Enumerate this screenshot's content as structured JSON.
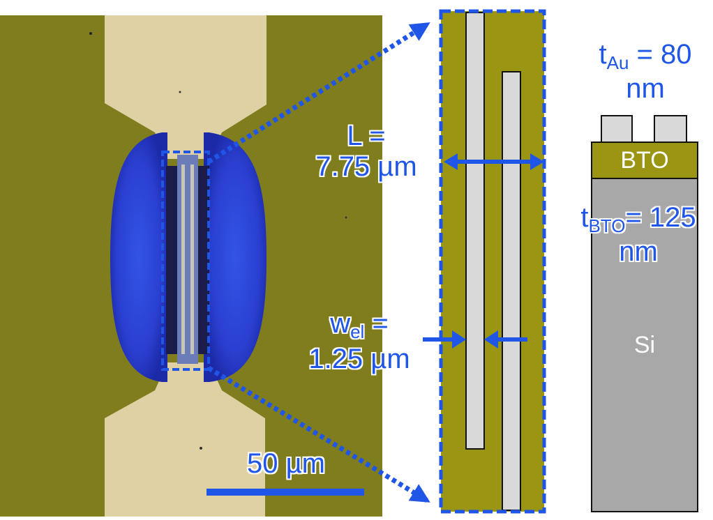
{
  "labels": {
    "length": {
      "line1": "L =",
      "line2": "7.75 µm"
    },
    "width": {
      "prefix": "w",
      "sub": "el",
      "suffix": " =",
      "line2": "1.25 µm"
    },
    "scale_bar": "50 µm",
    "t_au": {
      "prefix": "t",
      "sub": "Au",
      "suffix": " = 80",
      "line2": "nm"
    },
    "t_bto": {
      "prefix": "t",
      "sub": "BTO",
      "suffix": "= 125",
      "line2": "nm"
    },
    "bto_layer": "BTO",
    "si_layer": "Si"
  },
  "colors": {
    "annotation_blue": "#1f56e8",
    "substrate_olive": "#8c8a1c",
    "gold_pad": "#e2d3a8",
    "electrode_gray": "#d9d9d9",
    "bto_olive": "#9a9512",
    "si_gray": "#a8a8a8",
    "blue_region": "#2a3fd0"
  }
}
